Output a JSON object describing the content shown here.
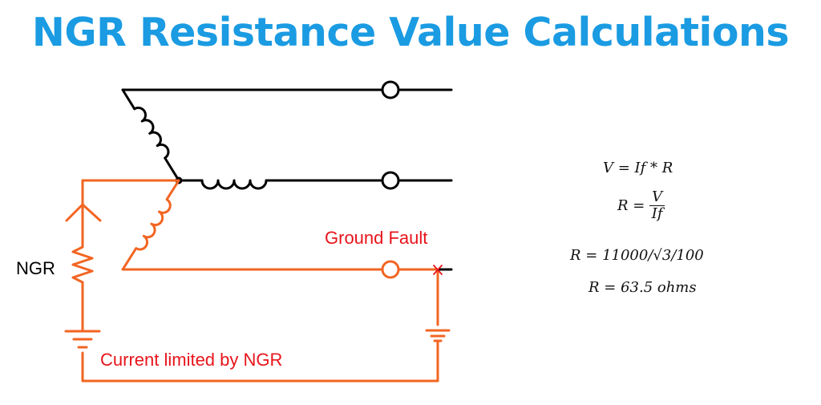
{
  "title": "NGR Resistance Value Calculations",
  "labels": {
    "ngr": "NGR",
    "ground_fault": "Ground Fault",
    "current_limited": "Current limited by NGR"
  },
  "equations": {
    "eq1": "V = If * R",
    "eq2_lhs": "R =",
    "eq2_num": "V",
    "eq2_den": "If",
    "eq3": "R = 11000/√3/100",
    "eq4": "R = 63.5 ohms"
  },
  "colors": {
    "title": "#1a9be2",
    "fault_path": "#f26522",
    "label_red": "#e8141b",
    "wire": "#000000"
  }
}
